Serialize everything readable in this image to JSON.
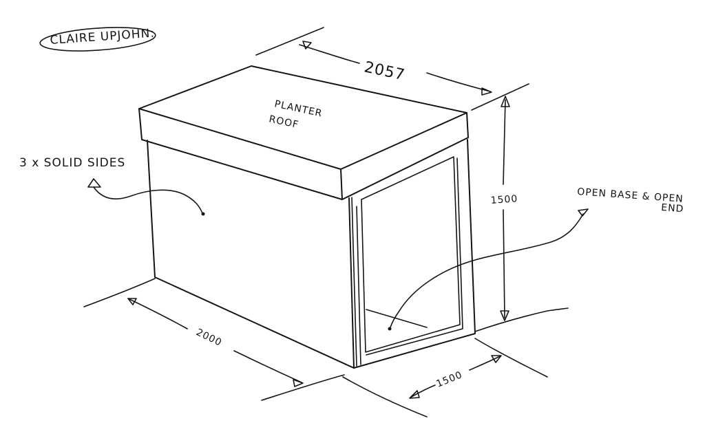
{
  "labels": {
    "client": "CLAIRE UPJOHN:",
    "roof": [
      "PLANTER",
      "ROOF"
    ],
    "sides": "3 x SOLID SIDES",
    "open": [
      "OPEN BASE & OPEN",
      "END"
    ]
  },
  "dimensions": {
    "roof_length": "2057",
    "height": "1500",
    "base_length": "2000",
    "base_width": "1500"
  }
}
